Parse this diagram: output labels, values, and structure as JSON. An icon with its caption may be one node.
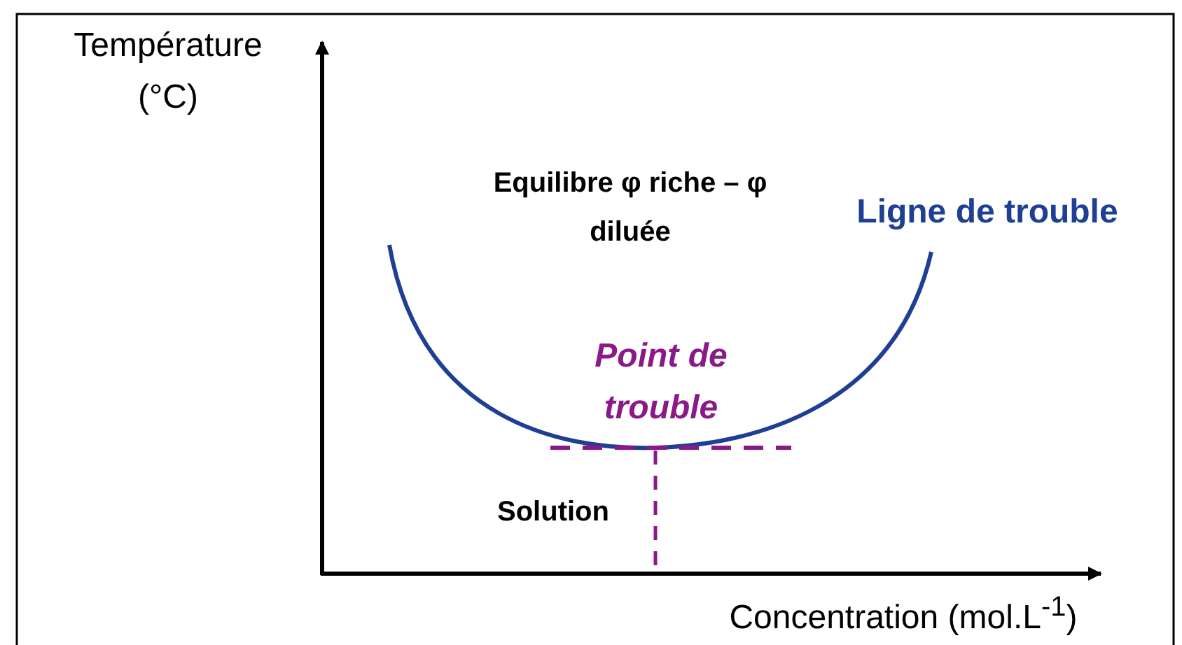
{
  "diagram": {
    "labels": [
      "Température (°C)",
      "Equilibre φ riche – φ diluée",
      "Ligne de trouble",
      "Point de trouble",
      "Solution",
      "Concentration (mol.L$^{-1}$)"
    ]
  }
}
